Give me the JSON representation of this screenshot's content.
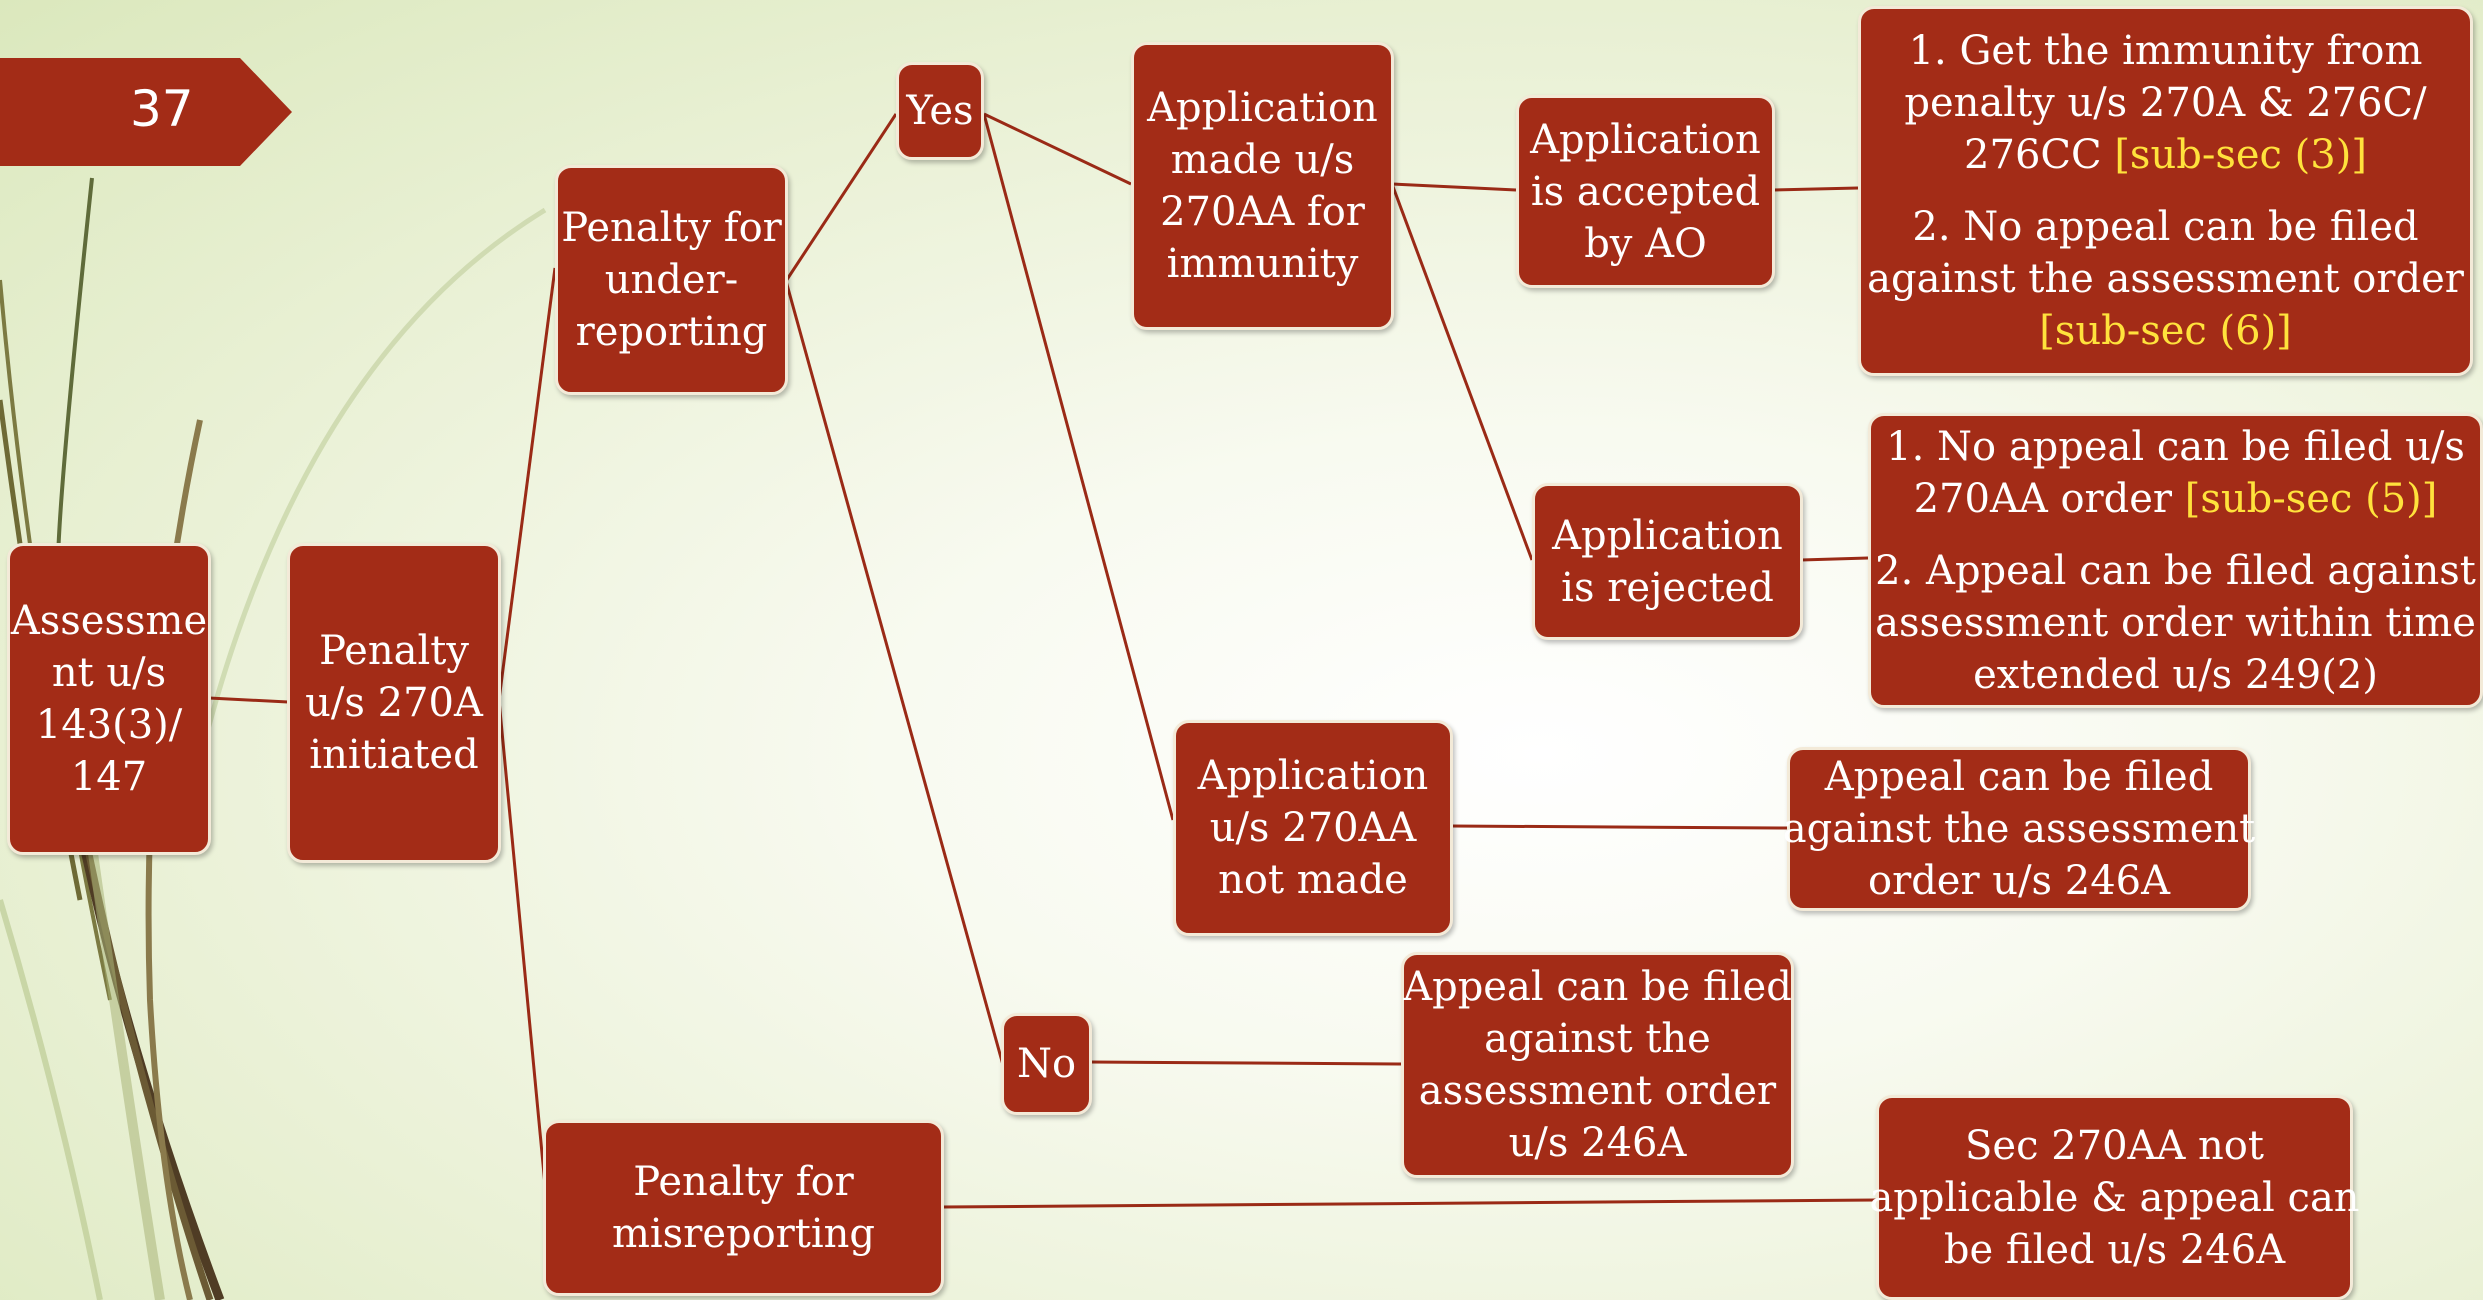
{
  "slide_number": "37",
  "nodes": {
    "assessment": [
      "Assessme",
      "nt u/s",
      "143(3)/",
      "147"
    ],
    "penalty_initiated": [
      "Penalty",
      "u/s 270A",
      "initiated"
    ],
    "under_reporting": [
      "Penalty for",
      "under-",
      "reporting"
    ],
    "misreporting": [
      "Penalty for",
      "misreporting"
    ],
    "yes": "Yes",
    "no": "No",
    "application_made": [
      "Application",
      "made u/s",
      "270AA for",
      "immunity"
    ],
    "application_not_made": [
      "Application",
      "u/s 270AA",
      "not made"
    ],
    "accepted": [
      "Application",
      "is accepted",
      "by AO"
    ],
    "rejected": [
      "Application",
      "is rejected"
    ],
    "accepted_result": {
      "point1": {
        "lines": [
          "1. Get the immunity from",
          "penalty u/s 270A & 276C/"
        ],
        "last_plain": "276CC ",
        "last_highlight": "[sub-sec (3)]"
      },
      "point2": {
        "lines": [
          "2. No appeal can be filed",
          "against the assessment order"
        ],
        "highlight": "[sub-sec (6)]"
      }
    },
    "rejected_result": {
      "point1": {
        "line1": "1. No appeal can be filed u/s",
        "line2_plain": "270AA order  ",
        "line2_highlight": "[sub-sec (5)]"
      },
      "point2": {
        "lines": [
          "2. Appeal can be filed against",
          "assessment order within time",
          "extended u/s  249(2)"
        ]
      }
    },
    "not_made_result": [
      "Appeal can be filed",
      "against the assessment",
      "order u/s 246A"
    ],
    "no_result": [
      "Appeal can be filed",
      "against the",
      "assessment order",
      "u/s 246A"
    ],
    "misreporting_result": [
      "Sec 270AA not",
      "applicable & appeal can",
      "be filed u/s 246A"
    ]
  },
  "colors": {
    "box_fill": "#a32c17",
    "box_border": "#f3ead8",
    "text": "#ffffff",
    "highlight": "#ffe23c",
    "connector": "#9a2a16",
    "background": "#eaf1d6"
  }
}
